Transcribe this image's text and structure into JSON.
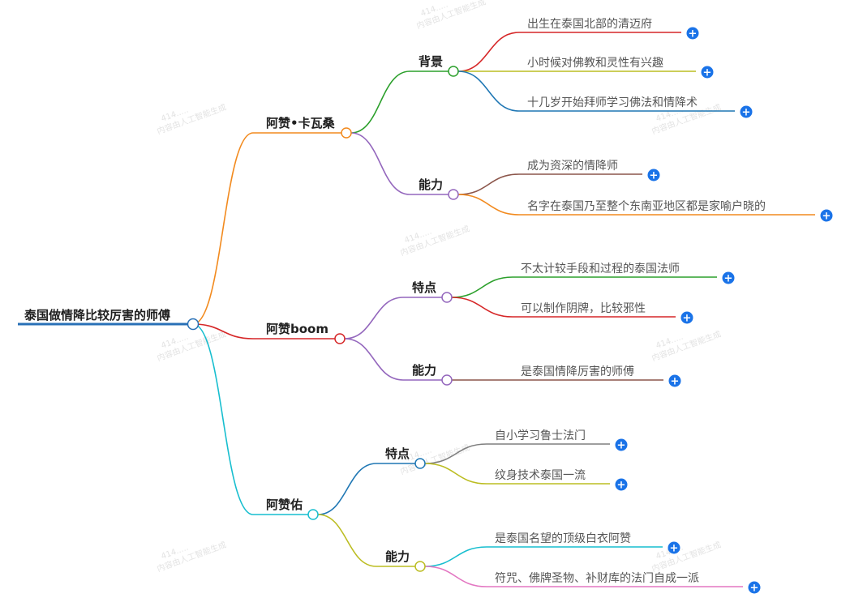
{
  "root": {
    "label": "泰国做情降比较厉害的师傅",
    "color": "#2870b6"
  },
  "branches": [
    {
      "label": "阿赞•卡瓦桑",
      "color": "#f28a1e",
      "groups": [
        {
          "label": "背景",
          "color": "#2ca02c",
          "items": [
            {
              "text": "出生在泰国北部的清迈府",
              "color": "#d62728"
            },
            {
              "text": "小时候对佛教和灵性有兴趣",
              "color": "#bcbd22"
            },
            {
              "text": "十几岁开始拜师学习佛法和情降术",
              "color": "#1f77b4"
            }
          ]
        },
        {
          "label": "能力",
          "color": "#9467bd",
          "items": [
            {
              "text": "成为资深的情降师",
              "color": "#8c564b"
            },
            {
              "text": "名字在泰国乃至整个东南亚地区都是家喻户晓的",
              "color": "#f28a1e"
            }
          ]
        }
      ]
    },
    {
      "label": "阿赞boom",
      "color": "#d62728",
      "groups": [
        {
          "label": "特点",
          "color": "#9467bd",
          "items": [
            {
              "text": "不太计较手段和过程的泰国法师",
              "color": "#2ca02c"
            },
            {
              "text": "可以制作阴牌，比较邪性",
              "color": "#d62728"
            }
          ]
        },
        {
          "label": "能力",
          "color": "#9467bd",
          "items": [
            {
              "text": "是泰国情降厉害的师傅",
              "color": "#8c564b"
            }
          ]
        }
      ]
    },
    {
      "label": "阿赞佑",
      "color": "#17becf",
      "groups": [
        {
          "label": "特点",
          "color": "#1f77b4",
          "items": [
            {
              "text": "自小学习鲁士法门",
              "color": "#7f7f7f"
            },
            {
              "text": "纹身技术泰国一流",
              "color": "#bcbd22"
            }
          ]
        },
        {
          "label": "能力",
          "color": "#bcbd22",
          "items": [
            {
              "text": "是泰国名望的顶级白衣阿赞",
              "color": "#17becf"
            },
            {
              "text": "符咒、佛牌圣物、补财库的法门自成一派",
              "color": "#e377c2"
            }
          ]
        }
      ]
    }
  ],
  "expand_icon": {
    "symbol": "+",
    "color": "#1a73e8",
    "name": "plus-icon"
  },
  "watermark": {
    "line1": "414.....",
    "line2": "内容由人工智能生成"
  }
}
